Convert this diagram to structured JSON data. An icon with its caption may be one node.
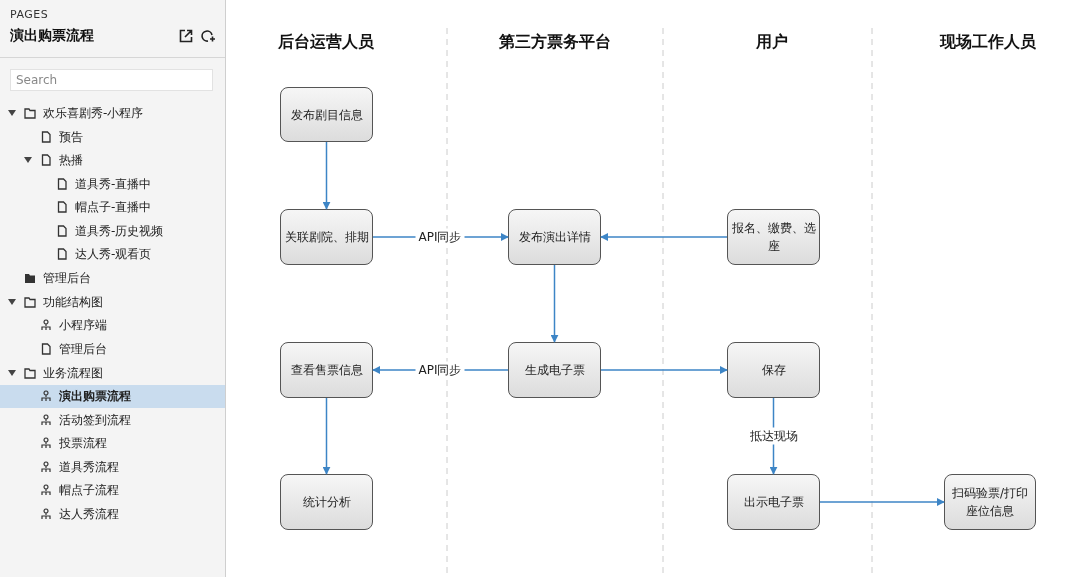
{
  "diagram": {
    "nodes": [
      {
        "text": [
          "发布剧目信息"
        ]
      },
      {
        "text": [
          "关联剧院、排期"
        ]
      },
      {
        "text": [
          "发布演出详情"
        ]
      },
      {
        "text": [
          "报名、缴费、选座"
        ]
      },
      {
        "text": [
          "查看售票信息"
        ]
      },
      {
        "text": [
          "生成电子票"
        ]
      },
      {
        "text": [
          "保存"
        ]
      },
      {
        "text": [
          "统计分析"
        ]
      },
      {
        "text": [
          "出示电子票"
        ]
      },
      {
        "text": [
          "扫码验票/打印座位信息"
        ]
      }
    ],
    "edges": [
      {
        "from": 0,
        "to": 1,
        "arrow": "to"
      },
      {
        "from": 1,
        "to": 2,
        "arrow": "to",
        "label": "API同步"
      },
      {
        "from": 3,
        "to": 2,
        "arrow": "to"
      },
      {
        "from": 2,
        "to": 5,
        "arrow": "to"
      },
      {
        "from": 5,
        "to": 4,
        "arrow": "to",
        "label": "API同步"
      },
      {
        "from": 5,
        "to": 6,
        "arrow": "to"
      },
      {
        "from": 4,
        "to": 7,
        "arrow": "to"
      },
      {
        "from": 6,
        "to": 8,
        "arrow": "to",
        "label": "抵达现场"
      },
      {
        "from": 8,
        "to": 9,
        "arrow": "to"
      }
    ],
    "labels": [
      "PAGES",
      "演出购票流程",
      "Search",
      "欢乐喜剧秀-小程序",
      "预告",
      "热播",
      "道具秀-直播中",
      "帽点子-直播中",
      "道具秀-历史视频",
      "达人秀-观看页",
      "管理后台",
      "功能结构图",
      "小程序端",
      "管理后台",
      "业务流程图",
      "演出购票流程",
      "活动签到流程",
      "投票流程",
      "道具秀流程",
      "帽点子流程",
      "达人秀流程",
      "后台运营人员",
      "第三方票务平台",
      "用户",
      "现场工作人员"
    ]
  }
}
